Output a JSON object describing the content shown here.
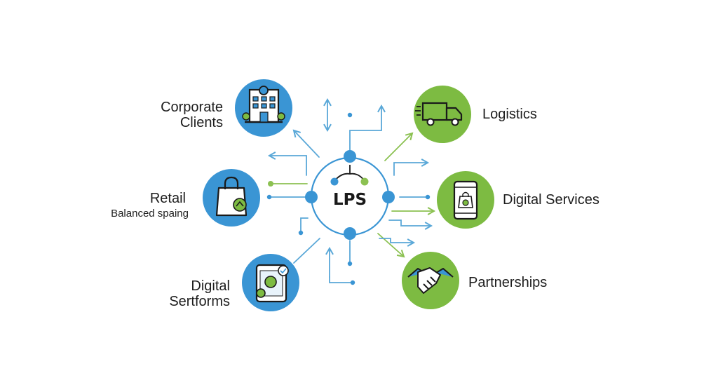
{
  "center": {
    "label": "LPS"
  },
  "nodes": {
    "corporate_clients": {
      "line1": "Corporate",
      "line2": "Clients",
      "icon": "office-building-icon",
      "color": "#3a95d4"
    },
    "retail": {
      "title": "Retail",
      "subtitle": "Balanced spaing",
      "icon": "shopping-bag-icon",
      "color": "#3a95d4"
    },
    "digital_platforms": {
      "line1": "Digital",
      "line2": "Sertforms",
      "icon": "tablet-app-icon",
      "color": "#3a95d4"
    },
    "logistics": {
      "label": "Logistics",
      "icon": "delivery-truck-icon",
      "color": "#7dbb42"
    },
    "digital_services": {
      "label": "Digital Services",
      "icon": "smartphone-icon",
      "color": "#7dbb42"
    },
    "partnerships": {
      "label": "Partnerships",
      "icon": "handshake-icon",
      "color": "#7dbb42"
    }
  },
  "colors": {
    "blue": "#3a95d4",
    "green": "#7dbb42",
    "line_blue": "#5aa8d8",
    "line_green": "#8cc152",
    "ink": "#1a1a1a"
  }
}
